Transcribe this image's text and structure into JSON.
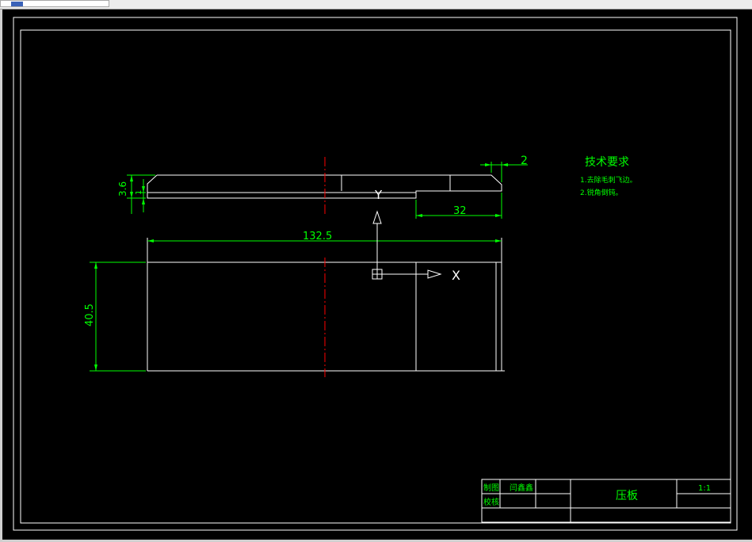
{
  "tab": {
    "label": ""
  },
  "axes": {
    "x_label": "X",
    "y_label": "Y"
  },
  "dimensions": {
    "chamfer": "2",
    "step_length": "32",
    "total_length": "132.5",
    "thickness": "3.6",
    "step_height": "1",
    "width": "40.5"
  },
  "tech_requirements": {
    "title": "技术要求",
    "items": [
      "1.去除毛刺飞边。",
      "2.锐角倒钝。"
    ]
  },
  "title_block": {
    "drawn_label": "制图",
    "drawn_name": "闫鑫鑫",
    "checked_label": "校核",
    "part_name": "压板",
    "scale": "1:1"
  },
  "colors": {
    "background": "#000000",
    "geometry": "#ffffff",
    "dimension": "#00ff00",
    "centerline": "#ff0000"
  }
}
